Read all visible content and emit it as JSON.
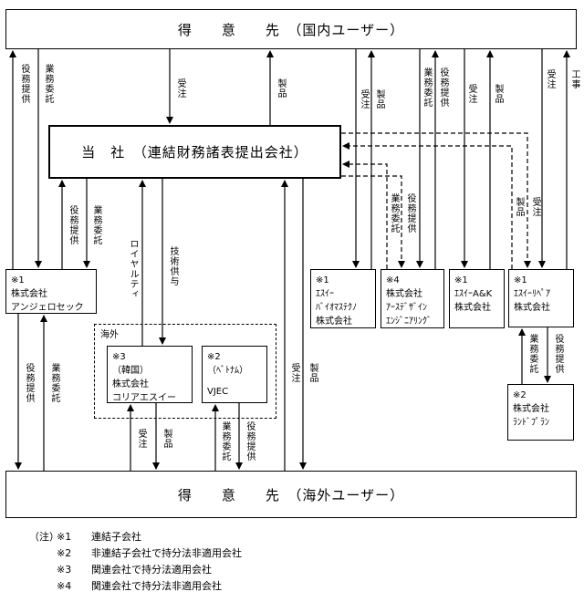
{
  "boxes": {
    "domestic_users": "得　　意　　先　（国内ユーザー）",
    "overseas_users": "得　　意　　先　（海外ユーザー）",
    "parent": "当　社　（連結財務諸表提出会社）"
  },
  "companies": {
    "anjero": [
      "※1",
      "株式会社",
      "アンジェロセック"
    ],
    "bio": [
      "※1",
      "ｴｽｲｰ",
      "ﾊﾞｲｵﾏｽﾃｸﾉ",
      "株式会社"
    ],
    "earth": [
      "※4",
      "株式会社",
      "ｱｰｽﾃﾞｻﾞｲﾝ",
      "ｴﾝｼﾞﾆｱﾘﾝｸﾞ"
    ],
    "ak": [
      "※1",
      "ｴｽｲｰA&K",
      "株式会社"
    ],
    "repair": [
      "※1",
      "ｴｽｲｰﾘﾍﾟｱ",
      "株式会社"
    ],
    "korea": [
      "※3",
      "（韓国）",
      "株式会社",
      "コリアエスイー"
    ],
    "vjec": [
      "※2",
      "（ﾍﾞﾄﾅﾑ）",
      "",
      "VJEC"
    ],
    "landplan": [
      "※2",
      "株式会社",
      "ﾗﾝﾄﾞﾌﾟﾗﾝ"
    ]
  },
  "overseas_label": "海外",
  "edges": {
    "e1": "役務提供",
    "e2": "業務委託",
    "e3": "受注",
    "e4": "製品",
    "e5": "受注",
    "e6": "製品",
    "e7": "業務委託",
    "e8": "役務提供",
    "e9": "受注",
    "e10": "製品",
    "e11": "受注",
    "e12": "工事",
    "e13": "役務提供",
    "e14": "業務委託",
    "e15": "ロイヤルティ",
    "e16": "技術供与",
    "e17": "業務委託",
    "e18": "役務提供",
    "e19": "製品",
    "e20": "受注",
    "e21": "受注",
    "e22": "製品",
    "e23": "役務提供",
    "e24": "業務委託",
    "e25": "受注",
    "e26": "製品",
    "e27": "業務委託",
    "e28": "役務提供",
    "e29": "業務委託",
    "e30": "役務提供"
  },
  "notes": {
    "prefix": "（注）",
    "items": [
      {
        "key": "※1",
        "text": "連結子会社"
      },
      {
        "key": "※2",
        "text": "非連結子会社で持分法非適用会社"
      },
      {
        "key": "※3",
        "text": "関連会社で持分法適用会社"
      },
      {
        "key": "※4",
        "text": "関連会社で持分法非適用会社"
      }
    ]
  }
}
